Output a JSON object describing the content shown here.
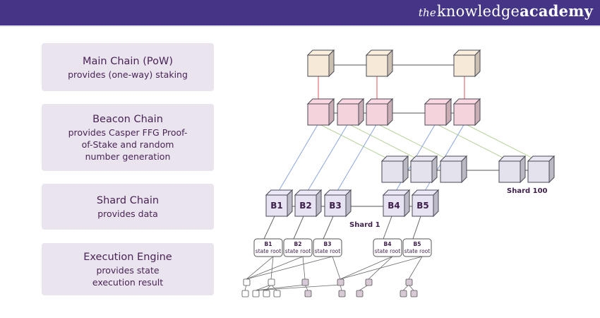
{
  "header": {
    "brand_prefix": "the",
    "brand_main": "knowledge",
    "brand_suffix": "academy",
    "background_color": "#463587"
  },
  "layers": [
    {
      "title": "Main Chain (PoW)",
      "description": "provides (one-way) staking"
    },
    {
      "title": "Beacon Chain",
      "description": "provides Casper FFG Proof-of-Stake and random number generation"
    },
    {
      "title": "Shard Chain",
      "description": "provides data"
    },
    {
      "title": "Execution Engine",
      "description": "provides state execution result"
    }
  ],
  "diagram": {
    "main_chain_blocks": 3,
    "beacon_chain_blocks": 5,
    "shard_100": {
      "label": "Shard 100",
      "blocks": 5
    },
    "shard_1": {
      "label": "Shard 1",
      "blocks": [
        "B1",
        "B2",
        "B3",
        "B4",
        "B5"
      ]
    },
    "state_roots": [
      {
        "block": "B1",
        "text": "state root"
      },
      {
        "block": "B2",
        "text": "state root"
      },
      {
        "block": "B3",
        "text": "state root"
      },
      {
        "block": "B4",
        "text": "state root"
      },
      {
        "block": "B5",
        "text": "state root"
      }
    ],
    "colors": {
      "main_chain": "#f6e9d8",
      "beacon_chain": "#f5d3dc",
      "shard_100": "#e4e2ec",
      "shard_1": "#e7e3f3",
      "link_red": "#e0555a",
      "link_blue": "#8aa5dc",
      "link_green": "#b9d39b",
      "state_tree_filled": "#d8c9d6"
    }
  }
}
